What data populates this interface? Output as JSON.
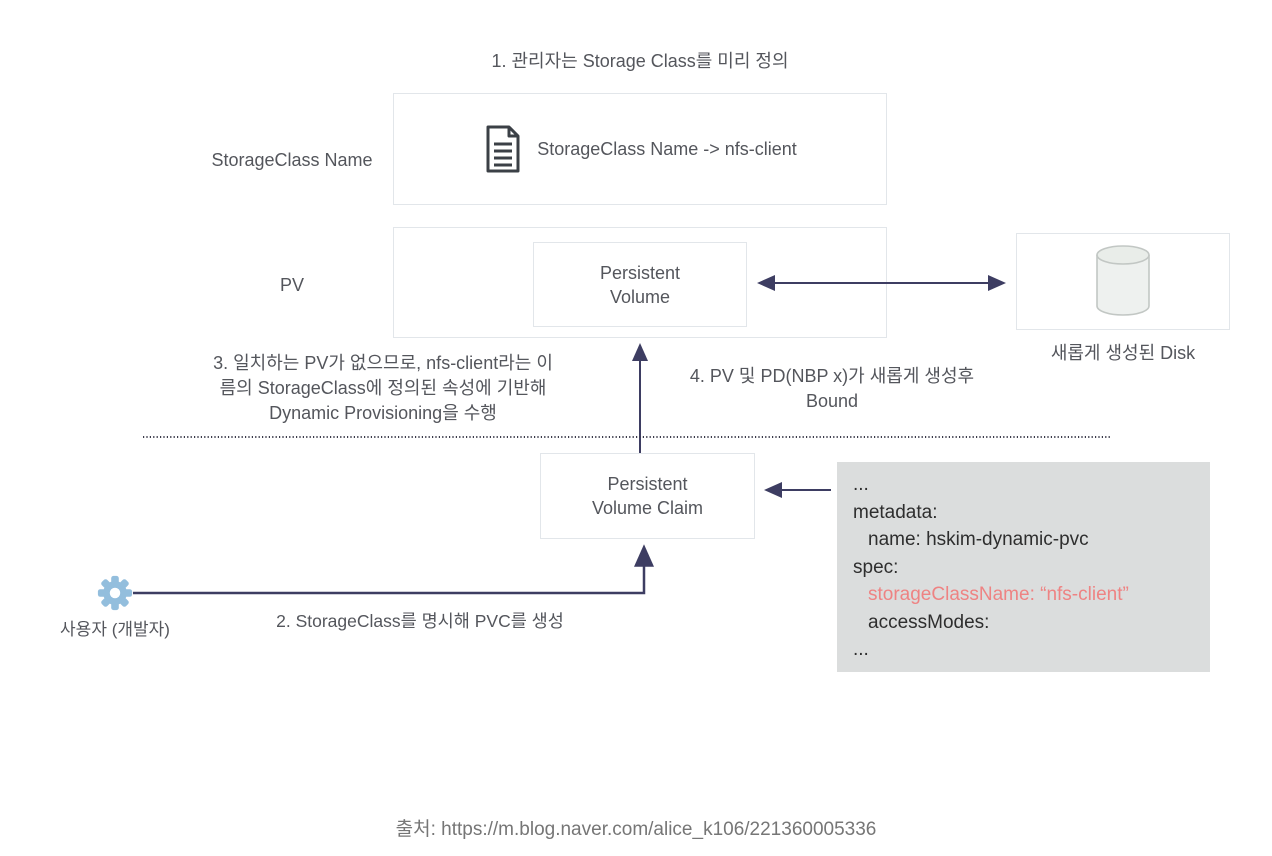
{
  "title": "1. 관리자는 Storage Class를 미리 정의",
  "row_labels": {
    "storageclass": "StorageClass Name",
    "pv": "PV"
  },
  "storageclass_box": {
    "icon": "document-icon",
    "label": "StorageClass Name -> nfs-client"
  },
  "pv_box": {
    "line1": "Persistent",
    "line2": "Volume"
  },
  "disk": {
    "icon": "disk-cylinder-icon",
    "caption": "새롭게 생성된 Disk"
  },
  "pvc_box": {
    "line1": "Persistent",
    "line2": "Volume Claim"
  },
  "steps": {
    "step2": "2. StorageClass를 명시해 PVC를 생성",
    "step3_line1": "3. 일치하는 PV가 없으므로, nfs-client라는 이",
    "step3_line2": "름의 StorageClass에 정의된 속성에 기반해",
    "step3_line3": "Dynamic Provisioning을 수행",
    "step4_line1": "4. PV 및 PD(NBP x)가 새롭게 생성후",
    "step4_line2": "Bound"
  },
  "user": {
    "icon": "gear-icon",
    "label": "사용자 (개발자)"
  },
  "code_block": {
    "lines": [
      {
        "text": "...",
        "indent": 0,
        "highlight": false
      },
      {
        "text": "metadata:",
        "indent": 0,
        "highlight": false
      },
      {
        "text": "name: hskim-dynamic-pvc",
        "indent": 1,
        "highlight": false
      },
      {
        "text": "spec:",
        "indent": 0,
        "highlight": false
      },
      {
        "text": "storageClassName: “nfs-client”",
        "indent": 1,
        "highlight": true
      },
      {
        "text": "accessModes:",
        "indent": 1,
        "highlight": false
      },
      {
        "text": "...",
        "indent": 0,
        "highlight": false
      }
    ]
  },
  "source": "출처: https://m.blog.naver.com/alice_k106/221360005336",
  "colors": {
    "arrow": "#3d3d62",
    "box_border": "#e2e6ea",
    "code_bg": "#dbdddd",
    "highlight_red": "#ee8383",
    "gear_blue": "#93bedd",
    "cylinder_fill": "#eef1ef",
    "text": "#54565c"
  }
}
